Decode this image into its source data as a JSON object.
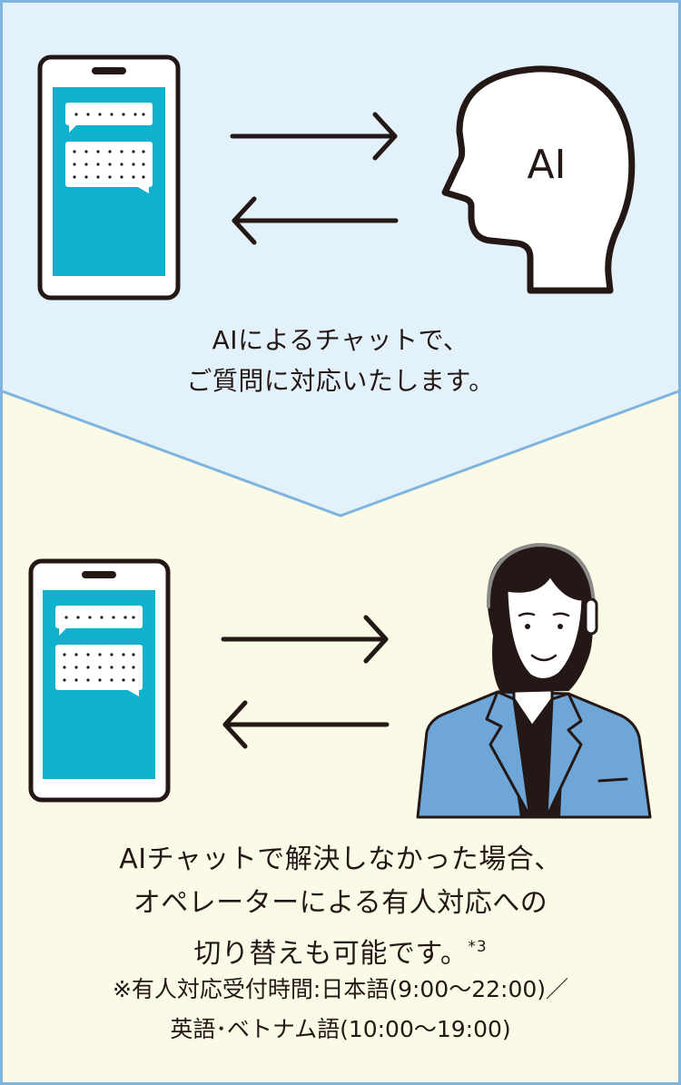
{
  "section_ai": {
    "head_label": "AI",
    "caption_line1": "AIによるチャットで、",
    "caption_line2": "ご質問に対応いたします。"
  },
  "section_operator": {
    "caption_line1": "AIチャットで解決しなかった場合、",
    "caption_line2": "オペレーターによる有人対応への",
    "caption_line3": "切り替えも可能です。",
    "footnote_mark": "*3"
  },
  "hours_note": {
    "line1": "※有人対応受付時間:日本語(9:00〜22:00)／",
    "line2": "英語･ベトナム語(10:00〜19:00)"
  },
  "colors": {
    "top_background": "#e3f1fb",
    "bottom_background": "#fbfae6",
    "border": "#7fb4df",
    "phone_screen": "#10b1cd",
    "jacket": "#6fa6d8",
    "outline": "#231815"
  },
  "icons": [
    "smartphone-icon",
    "arrow-right-icon",
    "arrow-left-icon",
    "ai-head-icon",
    "operator-headset-icon"
  ]
}
